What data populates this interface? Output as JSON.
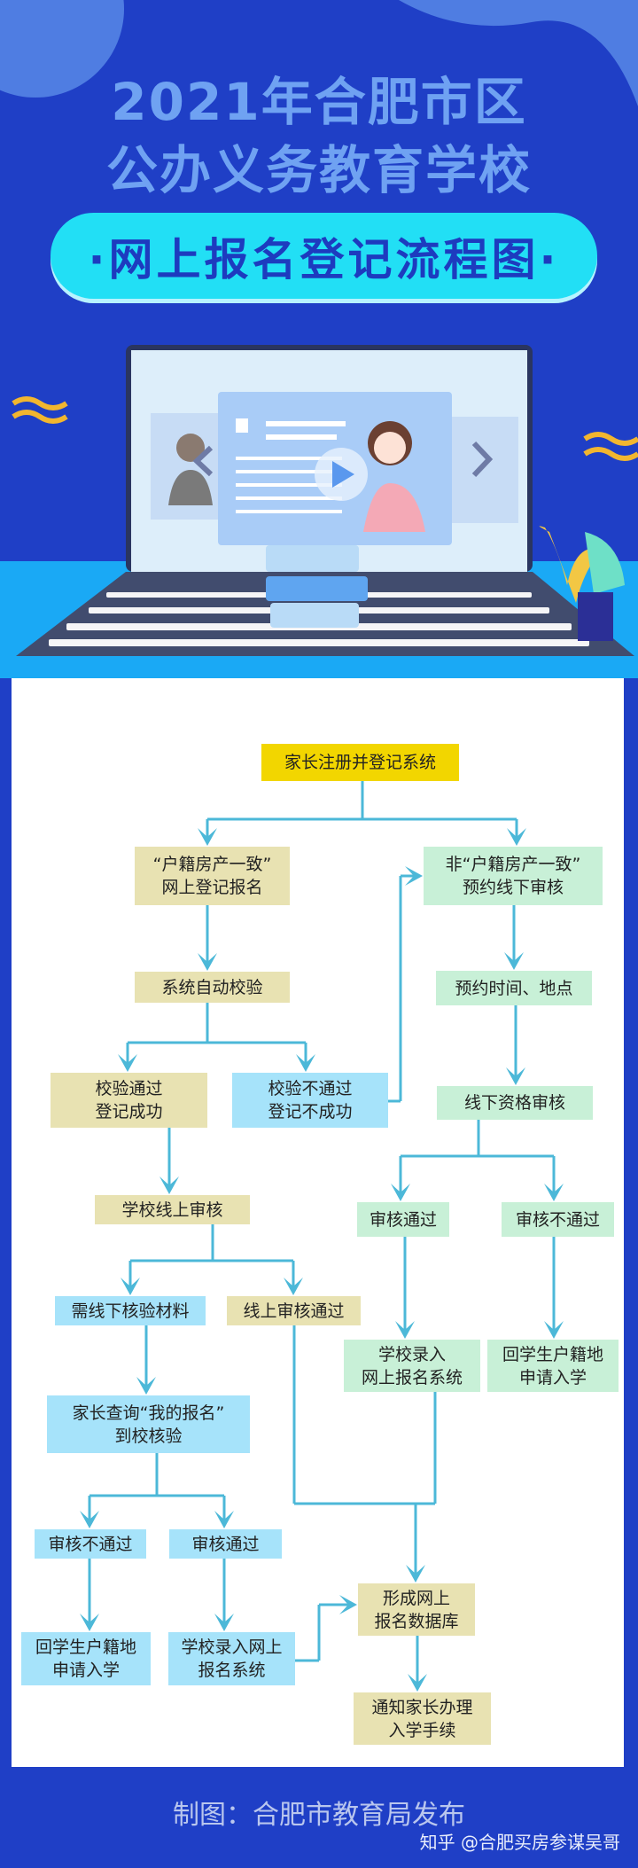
{
  "header": {
    "title_line1": "2021年合肥市区",
    "title_line2": "公办义务教育学校",
    "subtitle": "·网上报名登记流程图·"
  },
  "flow": {
    "start": "家长注册并登记系统",
    "consistent": [
      "“户籍房产一致”",
      "网上登记报名"
    ],
    "inconsistent": [
      "非“户籍房产一致”",
      "预约线下审核"
    ],
    "auto_check": "系统自动校验",
    "appointment": "预约时间、地点",
    "check_pass": [
      "校验通过",
      "登记成功"
    ],
    "check_fail": [
      "校验不通过",
      "登记不成功"
    ],
    "offline_review": "线下资格审核",
    "school_online_review": "学校线上审核",
    "offline_pass": "审核通过",
    "offline_fail": "审核不通过",
    "need_offline": "需线下核验材料",
    "online_pass": "线上审核通过",
    "green_enter": [
      "学校录入",
      "网上报名系统"
    ],
    "green_return": [
      "回学生户籍地",
      "申请入学"
    ],
    "parent_query": [
      "家长查询“我的报名”",
      "到校核验"
    ],
    "blue_fail": "审核不通过",
    "blue_pass": "审核通过",
    "blue_return": [
      "回学生户籍地",
      "申请入学"
    ],
    "blue_enter": [
      "学校录入网上",
      "报名系统"
    ],
    "database": [
      "形成网上",
      "报名数据库"
    ],
    "notify": [
      "通知家长办理",
      "入学手续"
    ]
  },
  "footer": {
    "credit": "制图：合肥市教育局发布",
    "watermark": "知乎 @合肥买房参谋吴哥"
  },
  "colors": {
    "background": "#1f3fc6",
    "arrow": "#4cb8d8",
    "yellow": "#f2d600",
    "beige": "#e8e2b2",
    "green": "#c8f0d7",
    "blue": "#a6e3fa"
  }
}
